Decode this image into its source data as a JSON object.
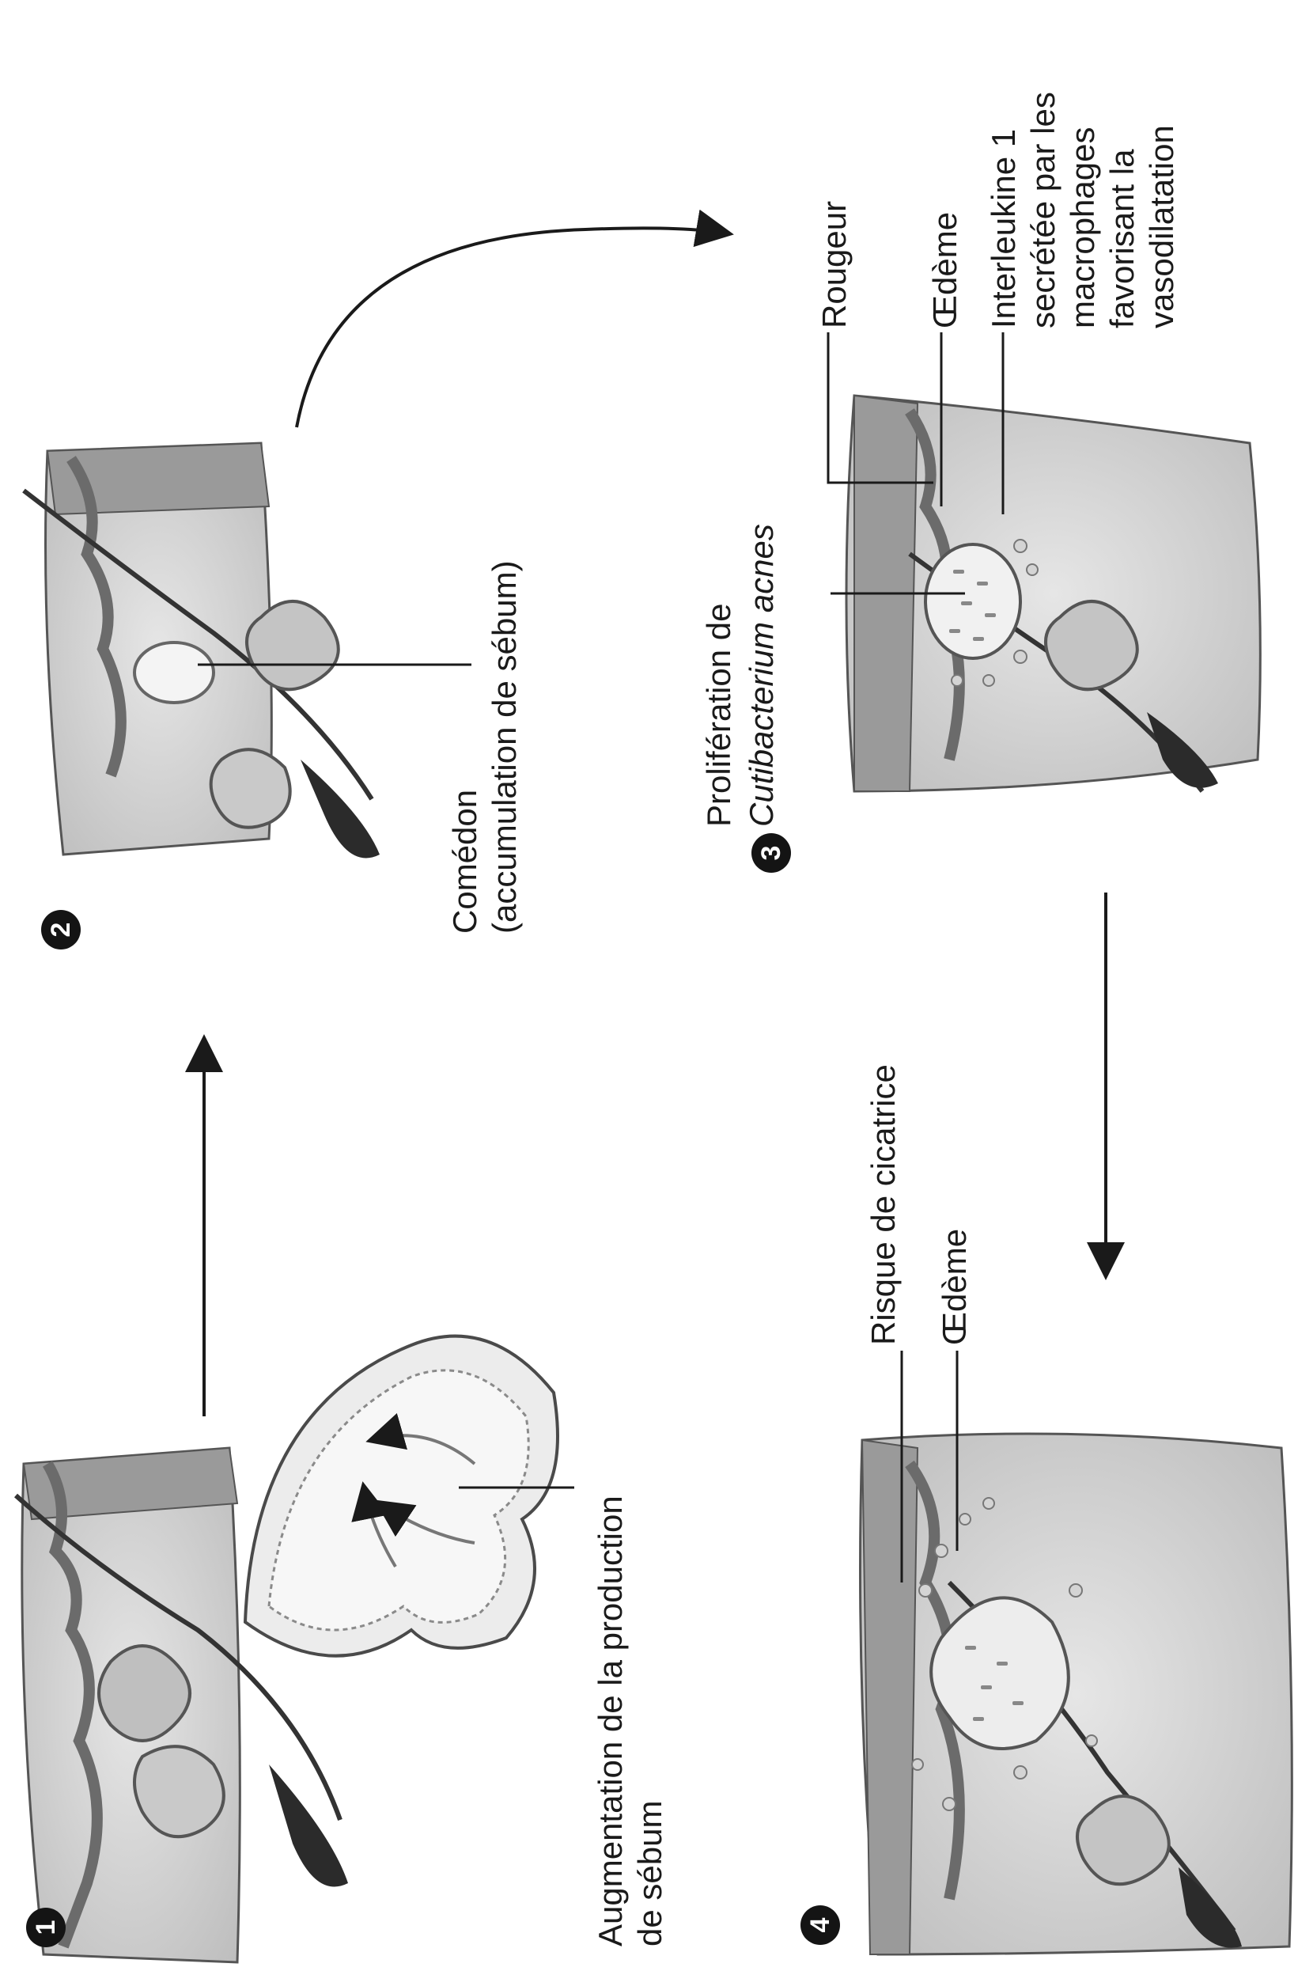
{
  "steps": [
    {
      "number": "1",
      "label": "Augmentation de la production\nde sébum"
    },
    {
      "number": "2",
      "label": "Comédon\n(accumulation de sébum)"
    },
    {
      "number": "3",
      "label_line1": "Prolifération de",
      "label_line2": "Cutibacterium acnes",
      "annotations": {
        "rougeur": "Rougeur",
        "oedeme": "Œdème",
        "interleukine": "Interleukine 1\nsecrétée par les\nmacrophages\nfavorisant la\nvasodilatation"
      }
    },
    {
      "number": "4",
      "annotations": {
        "cicatrice": "Risque de cicatrice",
        "oedeme": "Œdème"
      }
    }
  ],
  "colors": {
    "skin": "#d9d9d9",
    "dermis": "#c7c7c7",
    "epidermis": "#8a8a8a",
    "dark": "#2b2b2b",
    "line": "#1a1a1a"
  }
}
